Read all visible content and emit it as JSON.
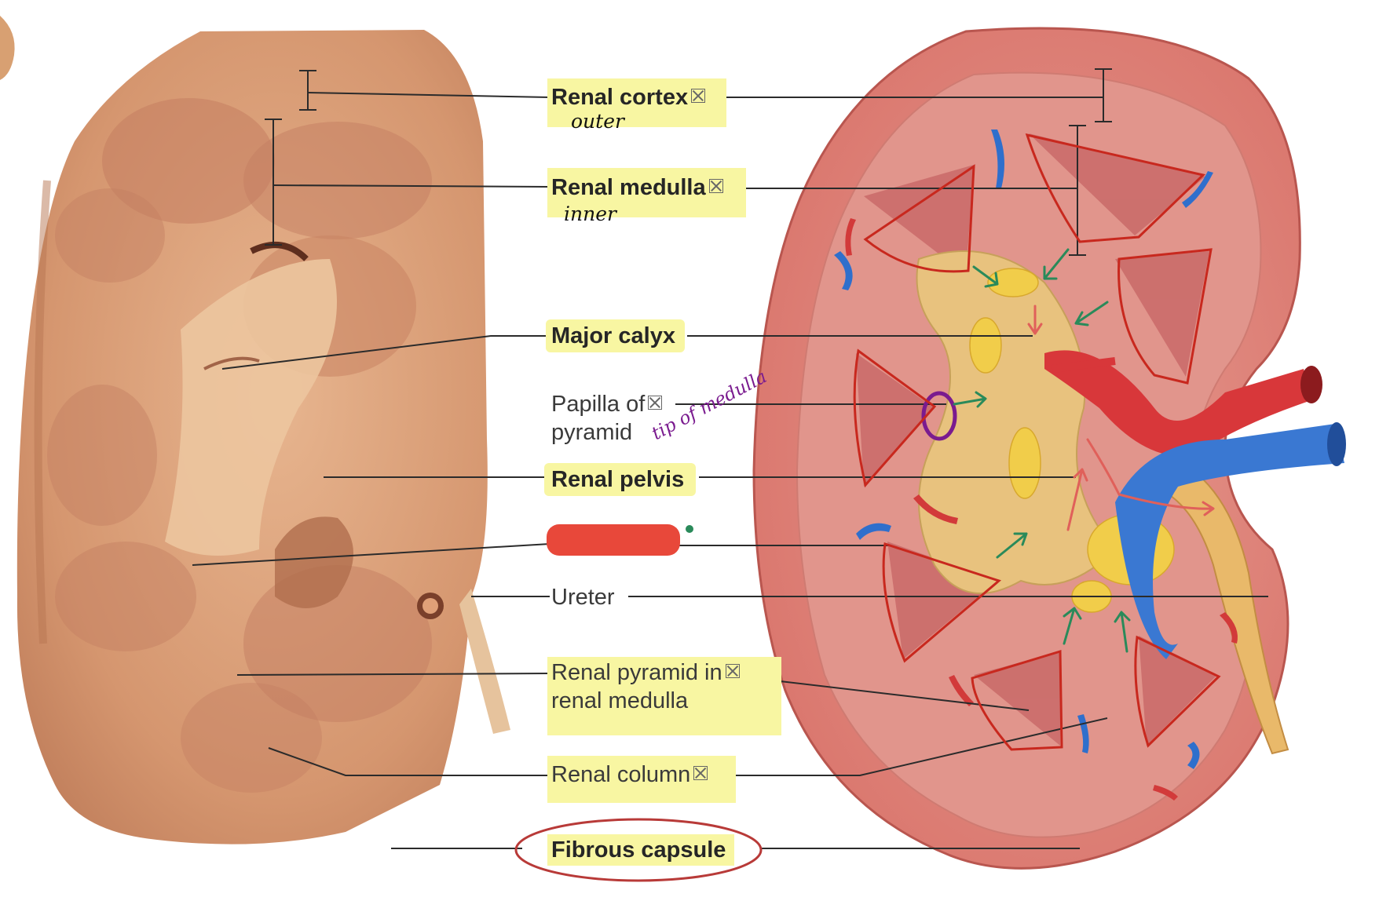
{
  "labels": {
    "renal_cortex": "Renal cortex",
    "renal_medulla": "Renal medulla",
    "major_calyx": "Major calyx",
    "papilla_line1": "Papilla of",
    "papilla_line2": "pyramid",
    "renal_pelvis": "Renal pelvis",
    "ureter": "Ureter",
    "pyramid_line1": "Renal pyramid in",
    "pyramid_line2": "renal medulla",
    "renal_column": "Renal column",
    "fibrous_capsule": "Fibrous capsule"
  },
  "annotations": {
    "outer": "outer",
    "inner": "inner",
    "tip_of_medulla": "tip of medulla"
  },
  "colors": {
    "highlight": "#f8f6a2",
    "redacted_mark": "#e8483a",
    "arrow_green": "#2a8a5a",
    "outline_red": "#c8281e",
    "circle_purple": "#7a1b8f"
  }
}
